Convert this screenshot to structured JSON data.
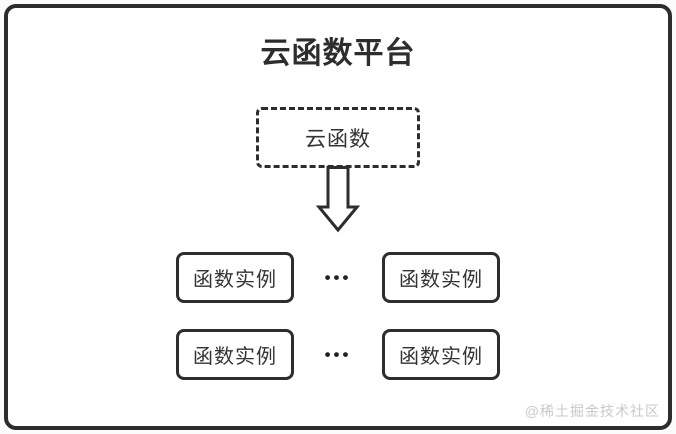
{
  "page": {
    "title": "云函数平台"
  },
  "diagram": {
    "source_box": {
      "label": "云函数"
    },
    "arrow": {
      "direction": "down",
      "style": "hollow-outline"
    },
    "instance_rows": [
      {
        "left": "函数实例",
        "dots": "•••",
        "right": "函数实例"
      },
      {
        "left": "函数实例",
        "dots": "•••",
        "right": "函数实例"
      }
    ],
    "colors": {
      "stroke": "#2d2d2d",
      "text": "#333333",
      "background": "#ffffff",
      "watermark": "#c9c9c9"
    }
  },
  "watermark": {
    "text": "@稀土掘金技术社区"
  }
}
